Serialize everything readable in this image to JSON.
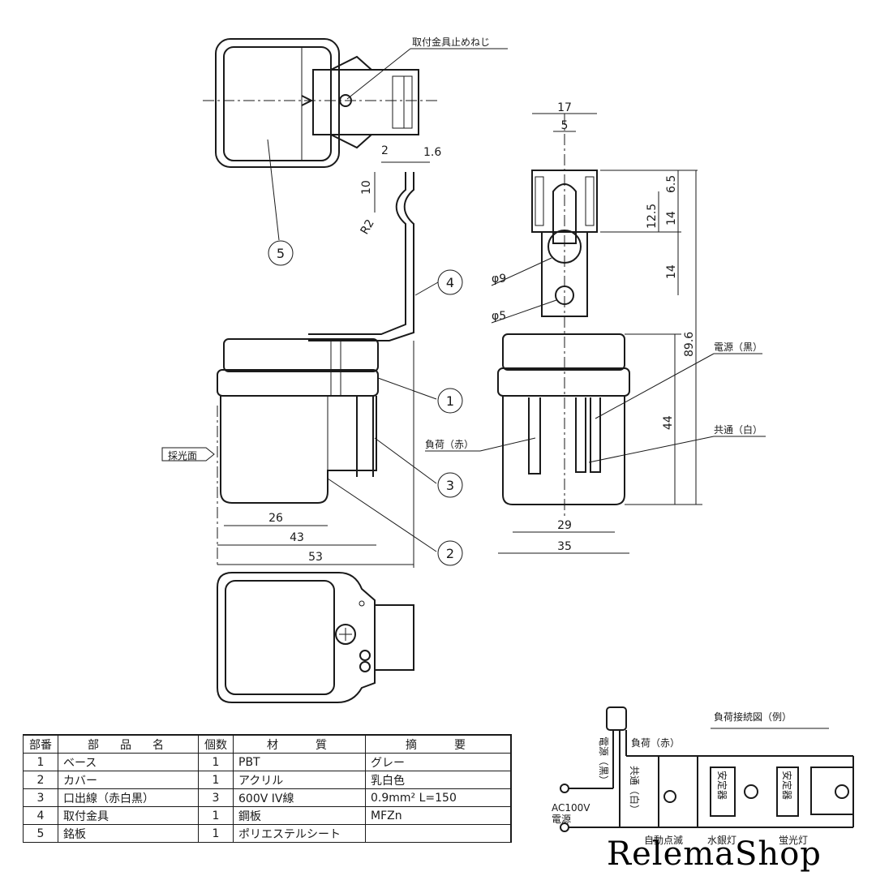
{
  "labels": {
    "mounting_screw": "取付金具止めねじ",
    "light_receiving_face": "採光面",
    "power_black": "電源（黒）",
    "common_white": "共通（白）",
    "load_red": "負荷（赤）",
    "load_connection_diagram": "負荷接続図（例）",
    "schematic_power_black": "電源（黒）",
    "schematic_load_red": "負荷（赤）",
    "schematic_common_white": "共通（白）",
    "ac_voltage": "AC100V",
    "ac_power": "電源",
    "ballast_1": "安定器",
    "ballast_2": "安定器",
    "bottom_label_1": "自動点滅",
    "bottom_label_2": "水銀灯",
    "bottom_label_3": "蛍光灯"
  },
  "balloons": [
    "1",
    "2",
    "3",
    "4",
    "5"
  ],
  "dimensions": {
    "d17": "17",
    "d5": "5",
    "d2": "2",
    "d1_6": "1.6",
    "d10": "10",
    "r2": "R2",
    "d6_5": "6.5",
    "d12_5": "12.5",
    "d14a": "14",
    "d14b": "14",
    "phi9": "φ9",
    "phi5": "φ5",
    "d89_6": "89.6",
    "d44": "44",
    "d26": "26",
    "d43": "43",
    "d53": "53",
    "d29": "29",
    "d35": "35"
  },
  "parts_table": {
    "headers": [
      "部番",
      "部　品　名",
      "個数",
      "材　　質",
      "摘　　要"
    ],
    "rows": [
      [
        "1",
        "ベース",
        "1",
        "PBT",
        "グレー"
      ],
      [
        "2",
        "カバー",
        "1",
        "アクリル",
        "乳白色"
      ],
      [
        "3",
        "口出線（赤白黒）",
        "3",
        "600V IV線",
        "0.9mm² L=150"
      ],
      [
        "4",
        "取付金具",
        "1",
        "鋼板",
        "MFZn"
      ],
      [
        "5",
        "銘板",
        "1",
        "ポリエステルシート",
        ""
      ]
    ]
  },
  "brand": "RelemaShop"
}
